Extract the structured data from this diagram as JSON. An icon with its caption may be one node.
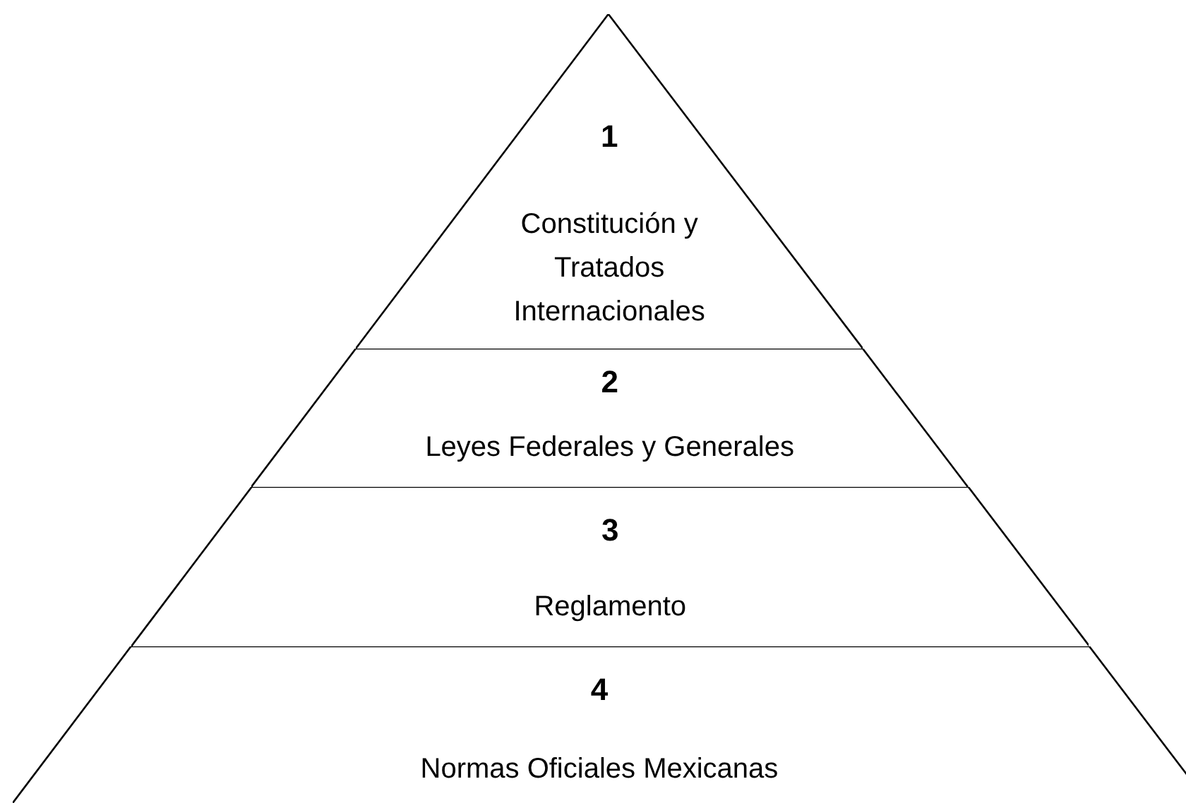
{
  "diagram": {
    "nodes": [
      {
        "text": [
          "1",
          "Constitución y Tratados Internacionales"
        ]
      },
      {
        "text": [
          "2",
          "Leyes Federales y Generales"
        ]
      },
      {
        "text": [
          "3",
          "Reglamento"
        ]
      },
      {
        "text": [
          "4",
          "Normas Oficiales Mexicanas"
        ]
      }
    ]
  }
}
